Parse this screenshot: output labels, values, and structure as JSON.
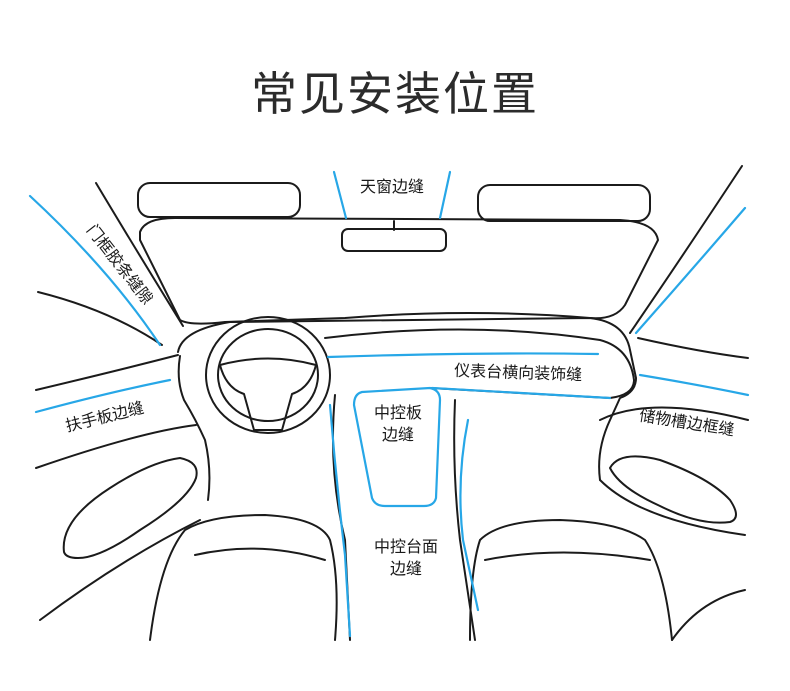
{
  "title": "常见安装位置",
  "labels": {
    "sunroof": "天窗边缝",
    "door_frame": "门框胶条缝隙",
    "dashboard": "仪表台横向装饰缝",
    "armrest": "扶手板边缝",
    "center_panel_1": "中控板",
    "center_panel_2": "边缝",
    "storage": "储物槽边框缝",
    "console_1": "中控台面",
    "console_2": "边缝"
  },
  "colors": {
    "outline": "#1b1b1b",
    "seam_highlight": "#27a7e7",
    "title": "#2b2b2b"
  }
}
